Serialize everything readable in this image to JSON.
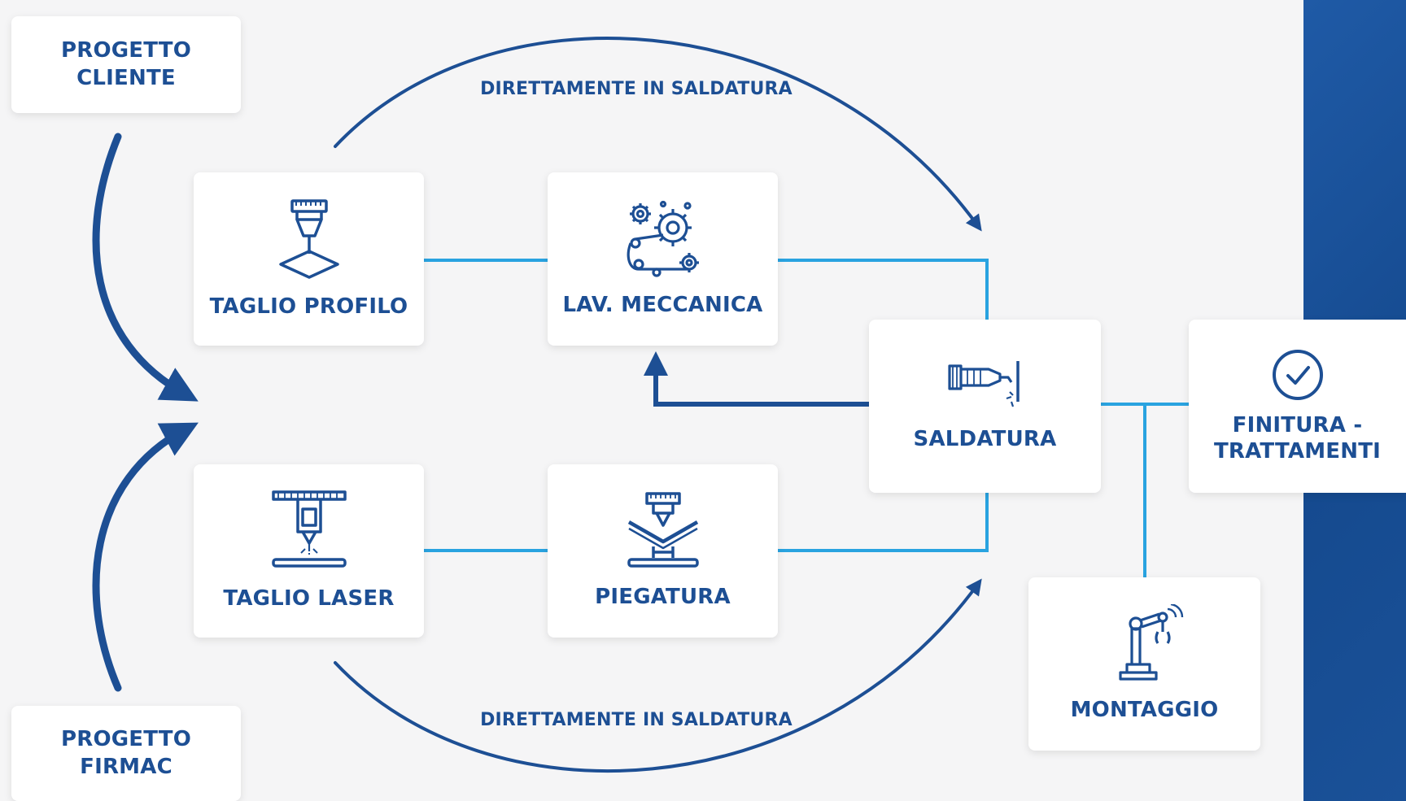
{
  "brand_colors": {
    "dark_blue": "#1d4f94",
    "light_blue": "#29a3e0",
    "band_blue": "#154a8f"
  },
  "sources": {
    "progetto_cliente": "PROGETTO\nCLIENTE",
    "progetto_firmac": "PROGETTO\nFIRMAC"
  },
  "steps": {
    "taglio_profilo": "TAGLIO PROFILO",
    "lav_meccanica": "LAV. MECCANICA",
    "taglio_laser": "TAGLIO LASER",
    "piegatura": "PIEGATURA",
    "saldatura": "SALDATURA",
    "finitura": "FINITURA -\nTRATTAMENTI",
    "montaggio": "MONTAGGIO"
  },
  "captions": {
    "top": "DIRETTAMENTE IN SALDATURA",
    "bottom": "DIRETTAMENTE IN SALDATURA"
  },
  "icons": {
    "taglio_profilo": "profile-cutting-icon",
    "lav_meccanica": "gears-icon",
    "taglio_laser": "laser-cutting-icon",
    "piegatura": "bending-press-icon",
    "saldatura": "welding-torch-icon",
    "finitura": "check-circle-icon",
    "montaggio": "robot-arm-icon"
  }
}
